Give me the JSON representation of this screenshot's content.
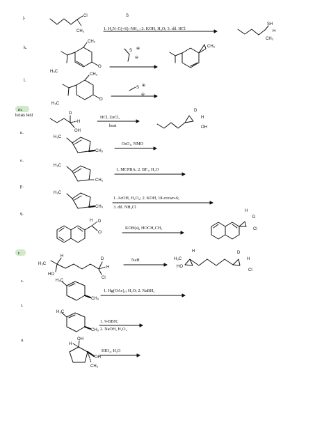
{
  "problems": [
    {
      "letter": "j.",
      "conditions": [
        "1. H₂N⁠–C(=S)–NH₂ ; 2. KOH, H₂O; 3. dil. HCl"
      ],
      "labels": [
        "Cl",
        "CH₃",
        "S",
        "SH",
        "CH₃",
        "H"
      ]
    },
    {
      "letter": "k.",
      "conditions": [],
      "labels": [
        "CH₃",
        "H₃C",
        "O",
        "S",
        "⊕",
        "⊖",
        "CH₃"
      ]
    },
    {
      "letter": "l.",
      "conditions": [],
      "labels": [
        "CH₃",
        "H₃C",
        "O",
        "S",
        "⊕",
        "⊖"
      ]
    },
    {
      "letter": "m.",
      "note": "lucas test",
      "conditions": [
        "HCl, ZnCl₂",
        "heat"
      ],
      "labels": [
        "D",
        "H",
        "OH",
        "D",
        "H",
        "OH"
      ]
    },
    {
      "letter": "n.",
      "conditions": [
        "OsO₄, NMO"
      ],
      "labels": [
        "H₃C",
        "CH₃"
      ]
    },
    {
      "letter": "o.",
      "conditions": [
        "1. MCPBA; 2. BF₃, H₂O"
      ],
      "labels": [
        "H₃C",
        "CH₃"
      ]
    },
    {
      "letter": "p.",
      "conditions": [
        "1. AcOH, H₂O₂; 2. KOH, 18-crown-6;",
        "3. dil. NH₄Cl"
      ],
      "labels": [
        "H₃C",
        "CH₃"
      ]
    },
    {
      "letter": "q.",
      "conditions": [
        "KOH(s), HOCH₂CH₃"
      ],
      "labels": [
        "H",
        "D",
        "Cl",
        "H",
        "D",
        "Cl"
      ]
    },
    {
      "letter": "r.",
      "conditions": [
        "NaH"
      ],
      "labels": [
        "H",
        "H₃C",
        "HO",
        "D",
        "H",
        "Cl",
        "H",
        "H₃C",
        "HO",
        "D",
        "H",
        "Cl"
      ]
    },
    {
      "letter": "s.",
      "conditions": [
        "1. Hg(OAc)₂; H₂O; 2. NaBH₄"
      ],
      "labels": [
        "H₃C",
        "CH₃"
      ]
    },
    {
      "letter": "t.",
      "conditions": [
        "1. 9-BBN;",
        "2. NaOH, H₂O₂"
      ],
      "labels": [
        "H₃C",
        "CH₃"
      ]
    },
    {
      "letter": "u.",
      "conditions": [
        "HIO₄, H₂O"
      ],
      "labels": [
        "OH",
        "H",
        "OH",
        "CH₃"
      ]
    }
  ],
  "colors": {
    "highlight": "#cfe9c9",
    "ink": "#111111"
  }
}
